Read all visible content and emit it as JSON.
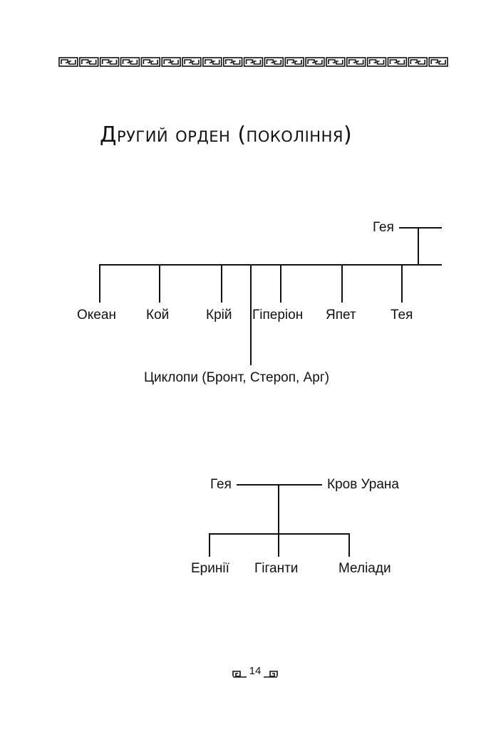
{
  "title": "Другий орден (покоління)",
  "page_number": "14",
  "tree1": {
    "root": "Гея",
    "children": [
      "Океан",
      "Кой",
      "Крій",
      "Гіперіон",
      "Япет",
      "Тея"
    ],
    "extra": "Циклопи (Бронт, Стероп, Арг)"
  },
  "tree2": {
    "parent_left": "Гея",
    "parent_right": "Кров Урана",
    "children": [
      "Еринії",
      "Гіганти",
      "Меліади"
    ]
  },
  "colors": {
    "ink": "#111111",
    "background": "#ffffff"
  },
  "decoration": "greek-key-border"
}
